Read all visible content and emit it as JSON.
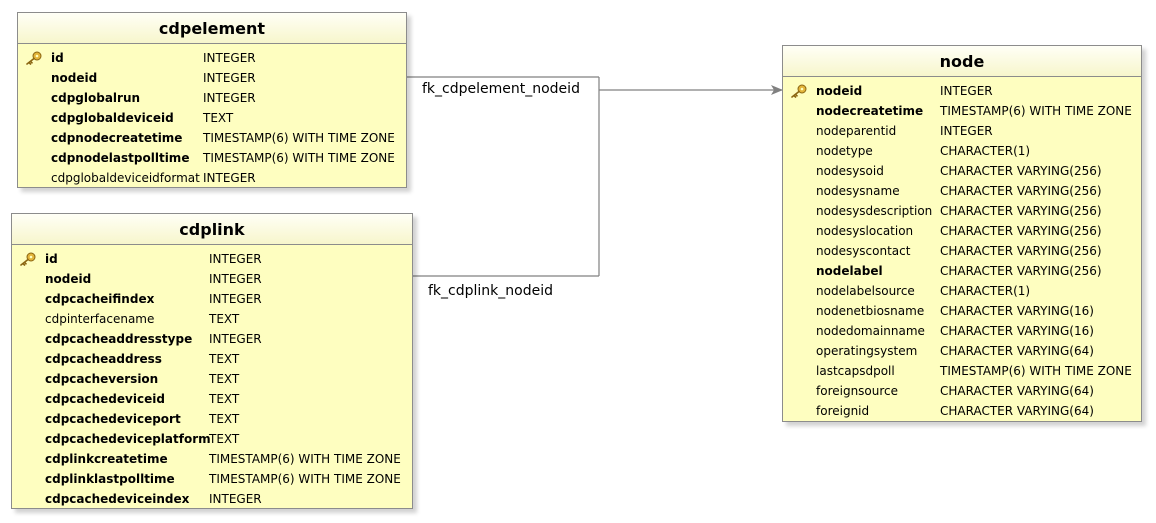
{
  "tables": {
    "cdpelement": {
      "name": "cdpelement",
      "columns": [
        {
          "name": "id",
          "type": "INTEGER",
          "pk": true,
          "bold": true
        },
        {
          "name": "nodeid",
          "type": "INTEGER",
          "pk": false,
          "bold": true
        },
        {
          "name": "cdpglobalrun",
          "type": "INTEGER",
          "pk": false,
          "bold": true
        },
        {
          "name": "cdpglobaldeviceid",
          "type": "TEXT",
          "pk": false,
          "bold": true
        },
        {
          "name": "cdpnodecreatetime",
          "type": "TIMESTAMP(6) WITH TIME ZONE",
          "pk": false,
          "bold": true
        },
        {
          "name": "cdpnodelastpolltime",
          "type": "TIMESTAMP(6) WITH TIME ZONE",
          "pk": false,
          "bold": true
        },
        {
          "name": "cdpglobaldeviceidformat",
          "type": "INTEGER",
          "pk": false,
          "bold": false
        }
      ]
    },
    "cdplink": {
      "name": "cdplink",
      "columns": [
        {
          "name": "id",
          "type": "INTEGER",
          "pk": true,
          "bold": true
        },
        {
          "name": "nodeid",
          "type": "INTEGER",
          "pk": false,
          "bold": true
        },
        {
          "name": "cdpcacheifindex",
          "type": "INTEGER",
          "pk": false,
          "bold": true
        },
        {
          "name": "cdpinterfacename",
          "type": "TEXT",
          "pk": false,
          "bold": false
        },
        {
          "name": "cdpcacheaddresstype",
          "type": "INTEGER",
          "pk": false,
          "bold": true
        },
        {
          "name": "cdpcacheaddress",
          "type": "TEXT",
          "pk": false,
          "bold": true
        },
        {
          "name": "cdpcacheversion",
          "type": "TEXT",
          "pk": false,
          "bold": true
        },
        {
          "name": "cdpcachedeviceid",
          "type": "TEXT",
          "pk": false,
          "bold": true
        },
        {
          "name": "cdpcachedeviceport",
          "type": "TEXT",
          "pk": false,
          "bold": true
        },
        {
          "name": "cdpcachedeviceplatform",
          "type": "TEXT",
          "pk": false,
          "bold": true
        },
        {
          "name": "cdplinkcreatetime",
          "type": "TIMESTAMP(6) WITH TIME ZONE",
          "pk": false,
          "bold": true
        },
        {
          "name": "cdplinklastpolltime",
          "type": "TIMESTAMP(6) WITH TIME ZONE",
          "pk": false,
          "bold": true
        },
        {
          "name": "cdpcachedeviceindex",
          "type": "INTEGER",
          "pk": false,
          "bold": true
        }
      ]
    },
    "node": {
      "name": "node",
      "columns": [
        {
          "name": "nodeid",
          "type": "INTEGER",
          "pk": true,
          "bold": true
        },
        {
          "name": "nodecreatetime",
          "type": "TIMESTAMP(6) WITH TIME ZONE",
          "pk": false,
          "bold": true
        },
        {
          "name": "nodeparentid",
          "type": "INTEGER",
          "pk": false,
          "bold": false
        },
        {
          "name": "nodetype",
          "type": "CHARACTER(1)",
          "pk": false,
          "bold": false
        },
        {
          "name": "nodesysoid",
          "type": "CHARACTER VARYING(256)",
          "pk": false,
          "bold": false
        },
        {
          "name": "nodesysname",
          "type": "CHARACTER VARYING(256)",
          "pk": false,
          "bold": false
        },
        {
          "name": "nodesysdescription",
          "type": "CHARACTER VARYING(256)",
          "pk": false,
          "bold": false
        },
        {
          "name": "nodesyslocation",
          "type": "CHARACTER VARYING(256)",
          "pk": false,
          "bold": false
        },
        {
          "name": "nodesyscontact",
          "type": "CHARACTER VARYING(256)",
          "pk": false,
          "bold": false
        },
        {
          "name": "nodelabel",
          "type": "CHARACTER VARYING(256)",
          "pk": false,
          "bold": true
        },
        {
          "name": "nodelabelsource",
          "type": "CHARACTER(1)",
          "pk": false,
          "bold": false
        },
        {
          "name": "nodenetbiosname",
          "type": "CHARACTER VARYING(16)",
          "pk": false,
          "bold": false
        },
        {
          "name": "nodedomainname",
          "type": "CHARACTER VARYING(16)",
          "pk": false,
          "bold": false
        },
        {
          "name": "operatingsystem",
          "type": "CHARACTER VARYING(64)",
          "pk": false,
          "bold": false
        },
        {
          "name": "lastcapsdpoll",
          "type": "TIMESTAMP(6) WITH TIME ZONE",
          "pk": false,
          "bold": false
        },
        {
          "name": "foreignsource",
          "type": "CHARACTER VARYING(64)",
          "pk": false,
          "bold": false
        },
        {
          "name": "foreignid",
          "type": "CHARACTER VARYING(64)",
          "pk": false,
          "bold": false
        }
      ]
    }
  },
  "relationships": [
    {
      "name": "fk_cdpelement_nodeid",
      "from": "cdpelement",
      "to": "node"
    },
    {
      "name": "fk_cdplink_nodeid",
      "from": "cdplink",
      "to": "node"
    }
  ],
  "colors": {
    "table_fill": "#fefec0",
    "border": "#8c8c8c",
    "connector": "#808080",
    "key_icon": "#d4a22a"
  },
  "icons": {
    "primary_key": "key-icon"
  }
}
